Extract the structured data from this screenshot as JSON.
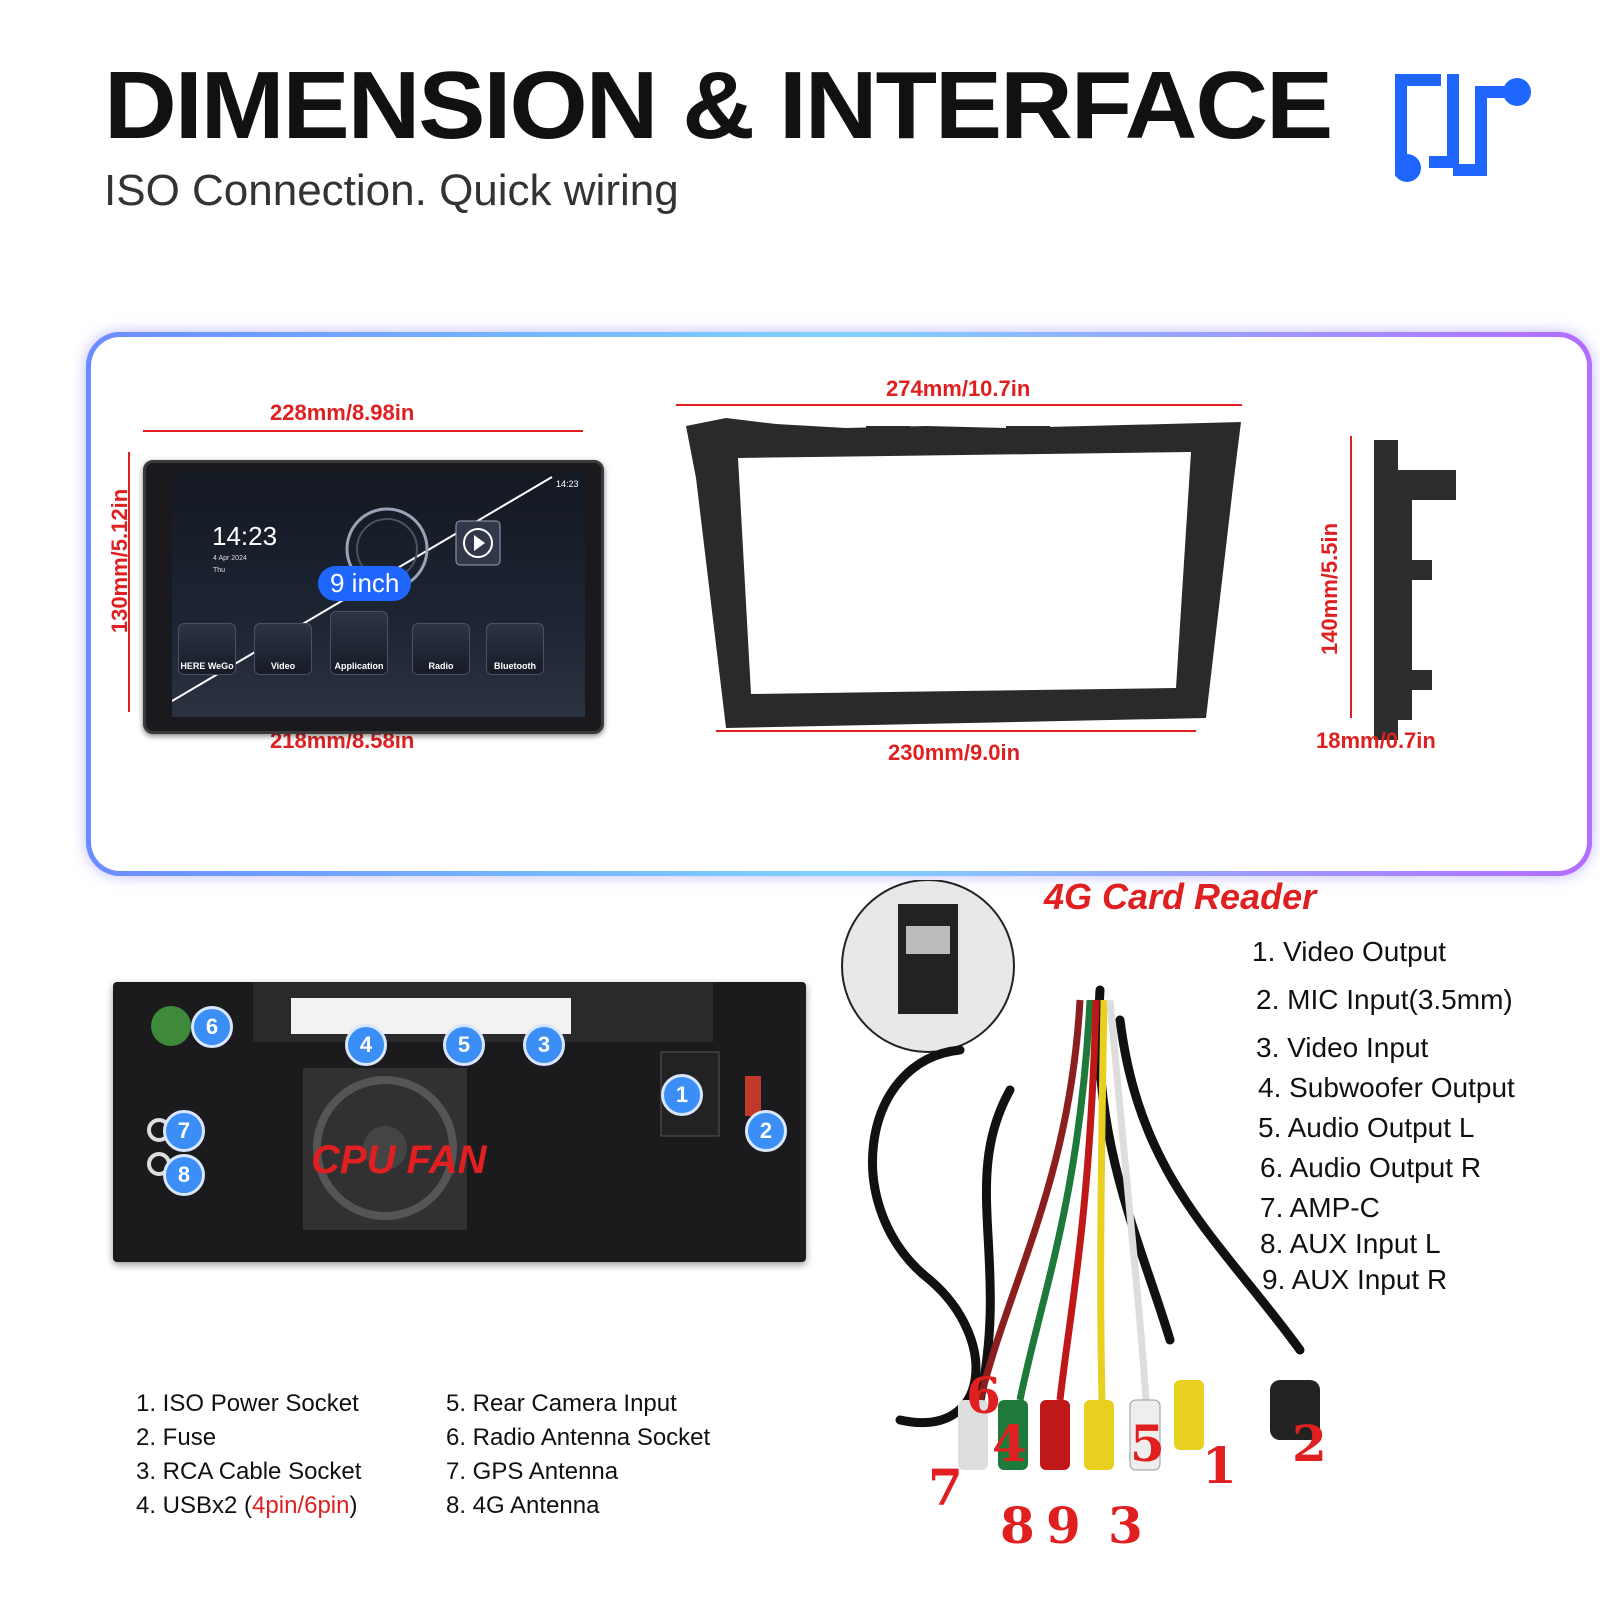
{
  "header": {
    "title": "DIMENSION & INTERFACE",
    "subtitle": "ISO Connection. Quick wiring",
    "logo_icon": "interface-connection-icon"
  },
  "dimensions": {
    "screen_top": "228mm/8.98in",
    "screen_bottom": "218mm/8.58in",
    "screen_height": "130mm/5.12in",
    "screen_size_badge": "9 inch",
    "frame_top": "274mm/10.7in",
    "frame_bottom": "230mm/9.0in",
    "bracket_height": "140mm/5.5in",
    "bracket_depth": "18mm/0.7in"
  },
  "screen": {
    "time": "14:23",
    "date": "4 Apr 2024",
    "day": "Thu",
    "status_time": "14:23",
    "apps": [
      "HERE WeGo",
      "Video",
      "Application",
      "Radio",
      "Bluetooth"
    ]
  },
  "back_panel": {
    "fan_label": "CPU FAN",
    "labels": [
      "1",
      "2",
      "3",
      "4",
      "5",
      "6",
      "7",
      "8"
    ],
    "legend_left": [
      {
        "text": "1. ISO Power Socket"
      },
      {
        "text": "2. Fuse"
      },
      {
        "text": "3. RCA Cable Socket"
      },
      {
        "text": "4. USBx2 (",
        "red": "4pin/6pin",
        "tail": ")"
      }
    ],
    "legend_right": [
      "5. Rear Camera Input",
      "6. Radio Antenna Socket",
      "7. GPS Antenna",
      "8. 4G Antenna"
    ]
  },
  "cable": {
    "title": "4G Card Reader",
    "legend": [
      "1. Video Output",
      "2. MIC Input(3.5mm)",
      "3. Video Input",
      "4. Subwoofer Output",
      "5. Audio Output L",
      "6. Audio Output  R",
      "7. AMP-C",
      "8. AUX Input L",
      "9. AUX Input R"
    ],
    "numbers": [
      "1",
      "2",
      "3",
      "4",
      "5",
      "6",
      "7",
      "8",
      "9"
    ]
  },
  "colors": {
    "accent_red": "#e02020",
    "accent_blue": "#1f66ff"
  }
}
